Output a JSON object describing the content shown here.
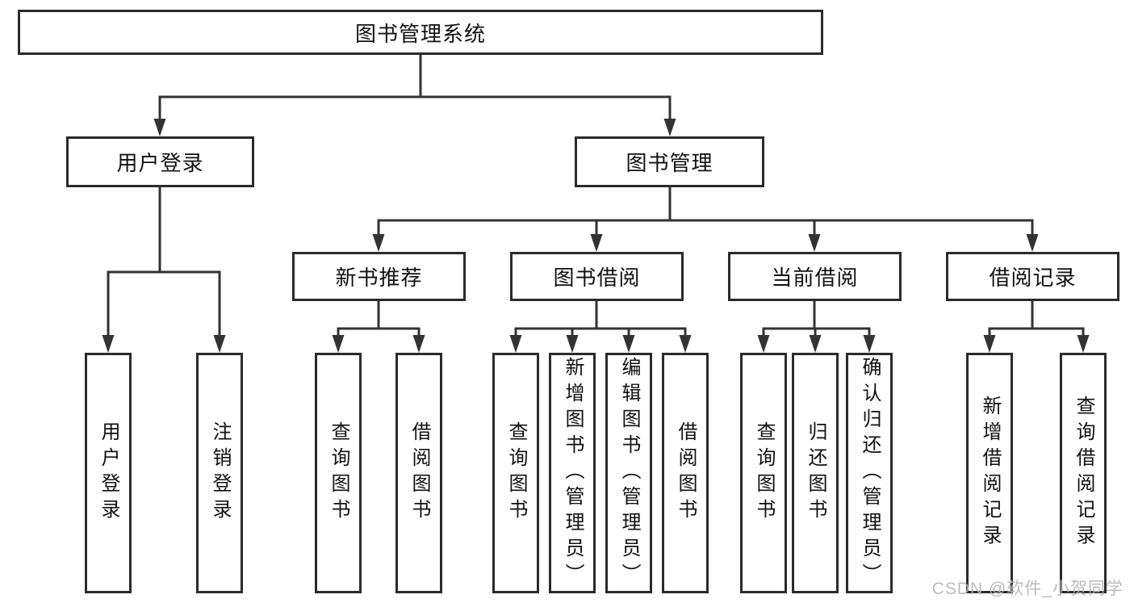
{
  "colors": {
    "background": "#ffffff",
    "line": "#333333",
    "box_border": "#2b2b2b",
    "text": "#111111",
    "watermark": "#b5b5b5"
  },
  "watermark": "CSDN @软件_小贺同学",
  "tree": {
    "root": {
      "label": "图书管理系统"
    },
    "branches": [
      {
        "label": "用户登录",
        "children": [
          {
            "label": "用户登录"
          },
          {
            "label": "注销登录"
          }
        ]
      },
      {
        "label": "图书管理",
        "sections": [
          {
            "label": "新书推荐",
            "children": [
              {
                "label": "查询图书"
              },
              {
                "label": "借阅图书"
              }
            ]
          },
          {
            "label": "图书借阅",
            "children": [
              {
                "label": "查询图书"
              },
              {
                "label": "新增图书（管理员）"
              },
              {
                "label": "编辑图书（管理员）"
              },
              {
                "label": "借阅图书"
              }
            ]
          },
          {
            "label": "当前借阅",
            "children": [
              {
                "label": "查询图书"
              },
              {
                "label": "归还图书"
              },
              {
                "label": "确认归还（管理员）"
              }
            ]
          },
          {
            "label": "借阅记录",
            "children": [
              {
                "label": "新增借阅记录"
              },
              {
                "label": "查询借阅记录"
              }
            ]
          }
        ]
      }
    ]
  }
}
